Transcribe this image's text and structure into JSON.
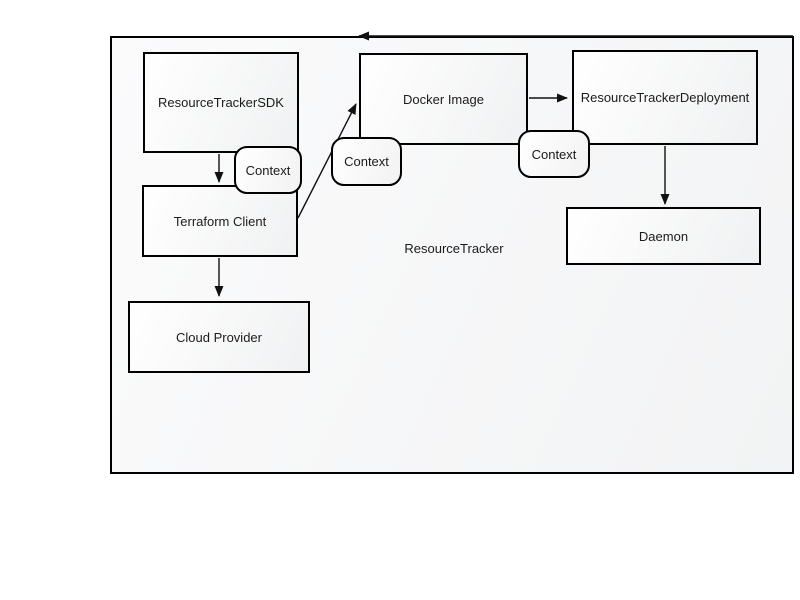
{
  "diagram": {
    "type": "architecture-flowchart",
    "title_label": "ResourceTracker",
    "nodes": [
      {
        "id": "resource-tracker-sdk",
        "label": "ResourceTrackerSDK"
      },
      {
        "id": "terraform-client",
        "label": "Terraform Client"
      },
      {
        "id": "cloud-provider",
        "label": "Cloud Provider"
      },
      {
        "id": "docker-image",
        "label": "Docker Image"
      },
      {
        "id": "resource-tracker-deployment",
        "label": "ResourceTrackerDeployment"
      },
      {
        "id": "daemon",
        "label": "Daemon"
      }
    ],
    "context_badges": [
      {
        "id": "context-1",
        "label": "Context"
      },
      {
        "id": "context-2",
        "label": "Context"
      },
      {
        "id": "context-3",
        "label": "Context"
      }
    ],
    "edges": [
      {
        "from": "ResourceTrackerSDK",
        "to": "Terraform Client",
        "direction": "down"
      },
      {
        "from": "Terraform Client",
        "to": "Cloud Provider",
        "direction": "down"
      },
      {
        "from": "Terraform Client",
        "to": "Docker Image",
        "direction": "diagonal-up-right"
      },
      {
        "from": "Docker Image",
        "to": "ResourceTrackerDeployment",
        "direction": "right"
      },
      {
        "from": "ResourceTrackerDeployment",
        "to": "Daemon",
        "direction": "down"
      },
      {
        "from": "container-right-edge",
        "to": "docker-image-top-left",
        "direction": "left-along-top-border"
      }
    ],
    "colors": {
      "border": "#000000",
      "connector": "#111111",
      "node_fill_start": "#ffffff",
      "node_fill_end": "#f0f1f2",
      "canvas_fill_start": "#fbfbfc",
      "canvas_fill_end": "#f2f3f4",
      "background": "#ffffff",
      "text": "#1b1b1b"
    }
  }
}
